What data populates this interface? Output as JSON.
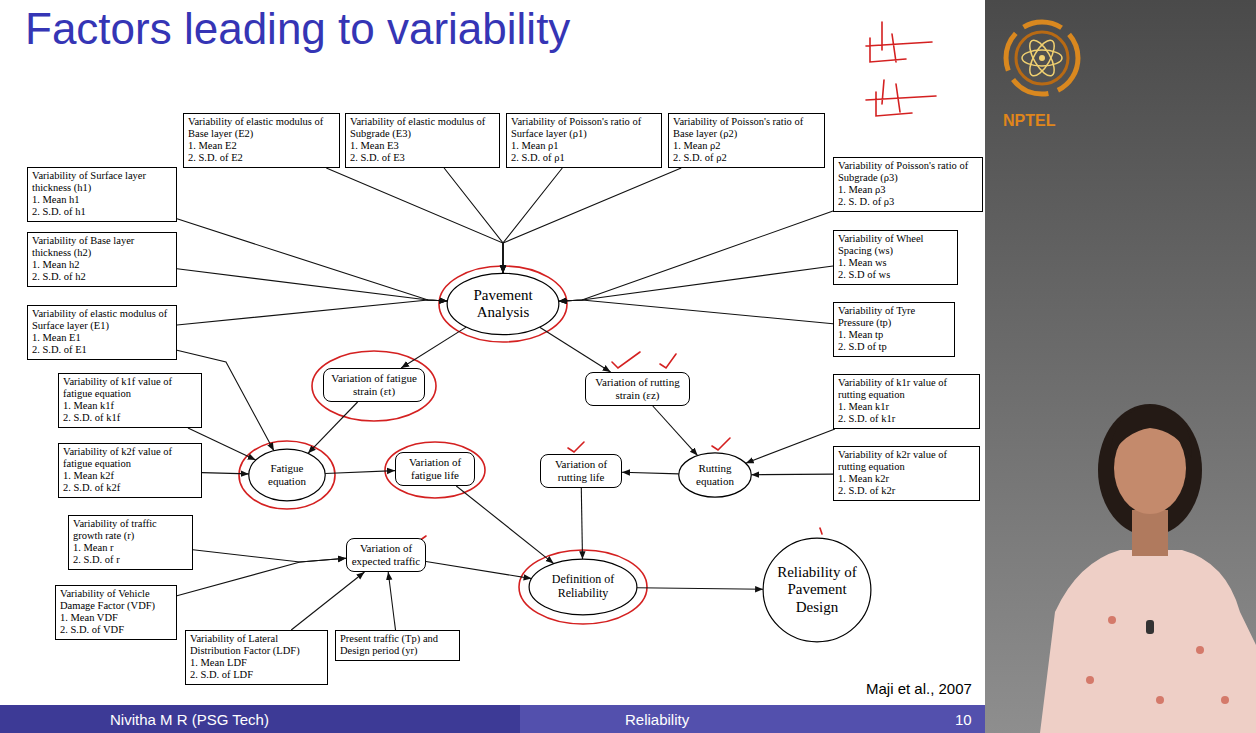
{
  "diagram": {
    "title": "Factors leading to variability",
    "nodes": [
      {
        "text": [
          "Variability of elastic modulus of Base layer (E2)",
          "1. Mean E2",
          "2. S.D. of E2"
        ]
      },
      {
        "text": [
          "Variability of elastic modulus of Subgrade (E3)",
          "1. Mean E3",
          "2. S.D. of E3"
        ]
      },
      {
        "text": [
          "Variability of Poisson's ratio of Surface layer (ρ1)",
          "1. Mean ρ1",
          "2. S.D. of ρ1"
        ]
      },
      {
        "text": [
          "Variability of Poisson's ratio of Base layer (ρ2)",
          "1. Mean ρ2",
          "2. S.D. of ρ2"
        ]
      },
      {
        "text": [
          "Variability of Surface layer thickness (h1)",
          "1. Mean h1",
          "2. S.D. of h1"
        ]
      },
      {
        "text": [
          "Variability of Poisson's ratio of Subgrade (ρ3)",
          "1. Mean ρ3",
          "2. S. D. of ρ3"
        ]
      },
      {
        "text": [
          "Variability of Base layer thickness (h2)",
          "1. Mean h2",
          "2. S.D. of h2"
        ]
      },
      {
        "text": [
          "Variability of Wheel Spacing (ws)",
          "1. Mean ws",
          "2. S.D of ws"
        ]
      },
      {
        "text": [
          "Pavement Analysis"
        ]
      },
      {
        "text": [
          "Variability of elastic modulus of Surface layer (E1)",
          "1. Mean E1",
          "2. S.D. of E1"
        ]
      },
      {
        "text": [
          "Variability of Tyre Pressure (tp)",
          "1. Mean tp",
          "2. S.D of tp"
        ]
      },
      {
        "text": [
          "Variation of fatigue strain (εt)"
        ]
      },
      {
        "text": [
          "Variation of rutting strain (εz)"
        ]
      },
      {
        "text": [
          "Variability of k1f value of fatigue equation",
          "1. Mean k1f",
          "2. S.D. of k1f"
        ]
      },
      {
        "text": [
          "Variability of k1r value of rutting equation",
          "1. Mean k1r",
          "2. S.D. of k1r"
        ]
      },
      {
        "text": [
          "Variability of k2f value of fatigue equation",
          "1. Mean k2f",
          "2. S.D. of k2f"
        ]
      },
      {
        "text": [
          "Fatigue equation"
        ]
      },
      {
        "text": [
          "Variation of fatigue life"
        ]
      },
      {
        "text": [
          "Variation of rutting life"
        ]
      },
      {
        "text": [
          "Rutting equation"
        ]
      },
      {
        "text": [
          "Variability of k2r value of rutting equation",
          "1. Mean k2r",
          "2. S.D. of k2r"
        ]
      },
      {
        "text": [
          "Variability of traffic growth rate (r)",
          "1. Mean r",
          "2. S.D. of r"
        ]
      },
      {
        "text": [
          "Variation of expected traffic"
        ]
      },
      {
        "text": [
          "Variability of Vehicle Damage Factor (VDF)",
          "1. Mean VDF",
          "2. S.D. of VDF"
        ]
      },
      {
        "text": [
          "Variability of Lateral Distribution Factor (LDF)",
          "1. Mean LDF",
          "2. S.D. of LDF"
        ]
      },
      {
        "text": [
          "Present traffic (Tp) and Design period (yr)"
        ]
      },
      {
        "text": [
          "Definition of Reliability"
        ]
      },
      {
        "text": [
          "Reliability of Pavement Design"
        ]
      }
    ],
    "edges": [
      {
        "from": 0,
        "to": 8,
        "arrow": "to"
      },
      {
        "from": 1,
        "to": 8,
        "arrow": "to"
      },
      {
        "from": 2,
        "to": 8,
        "arrow": "to"
      },
      {
        "from": 3,
        "to": 8,
        "arrow": "to"
      },
      {
        "from": 4,
        "to": 8,
        "arrow": "to"
      },
      {
        "from": 6,
        "to": 8,
        "arrow": "to"
      },
      {
        "from": 9,
        "to": 8,
        "arrow": "to"
      },
      {
        "from": 5,
        "to": 8,
        "arrow": "to"
      },
      {
        "from": 7,
        "to": 8,
        "arrow": "to"
      },
      {
        "from": 10,
        "to": 8,
        "arrow": "to"
      },
      {
        "from": 8,
        "to": 11,
        "arrow": "to"
      },
      {
        "from": 8,
        "to": 12,
        "arrow": "to"
      },
      {
        "from": 9,
        "to": 16,
        "arrow": "to"
      },
      {
        "from": 13,
        "to": 16,
        "arrow": "to"
      },
      {
        "from": 15,
        "to": 16,
        "arrow": "to"
      },
      {
        "from": 11,
        "to": 16,
        "arrow": "to"
      },
      {
        "from": 16,
        "to": 17,
        "arrow": "to"
      },
      {
        "from": 12,
        "to": 19,
        "arrow": "to"
      },
      {
        "from": 14,
        "to": 19,
        "arrow": "to"
      },
      {
        "from": 20,
        "to": 19,
        "arrow": "to"
      },
      {
        "from": 19,
        "to": 18,
        "arrow": "to"
      },
      {
        "from": 17,
        "to": 26,
        "arrow": "to"
      },
      {
        "from": 18,
        "to": 26,
        "arrow": "to"
      },
      {
        "from": 21,
        "to": 22,
        "arrow": "to"
      },
      {
        "from": 23,
        "to": 22,
        "arrow": "to"
      },
      {
        "from": 24,
        "to": 22,
        "arrow": "to"
      },
      {
        "from": 25,
        "to": 22,
        "arrow": "to"
      },
      {
        "from": 22,
        "to": 26,
        "arrow": "to"
      },
      {
        "from": 26,
        "to": 27,
        "arrow": "to"
      }
    ],
    "labels": [
      "Maji et al., 2007",
      "NPTEL",
      "Nivitha M R (PSG Tech)",
      "Reliability",
      "10"
    ]
  }
}
